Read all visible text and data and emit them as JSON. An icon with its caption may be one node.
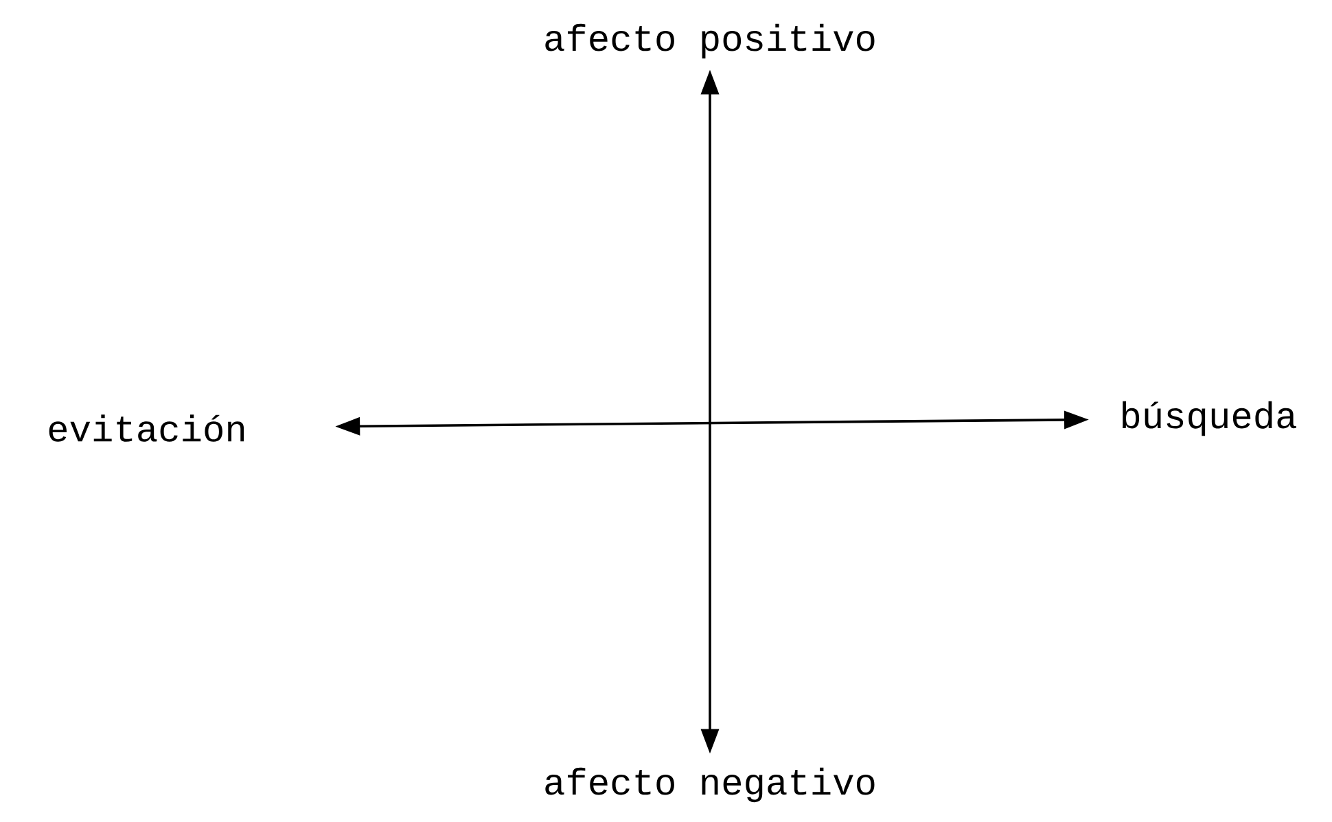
{
  "diagram": {
    "nodes": [
      {
        "text": [
          "afecto positivo"
        ]
      },
      {
        "text": [
          "evitación"
        ]
      },
      {
        "text": [
          "búsqueda"
        ]
      },
      {
        "text": [
          "afecto negativo"
        ]
      }
    ],
    "edges": [
      {
        "from": 0,
        "to": 3,
        "arrow": "both"
      },
      {
        "from": 1,
        "to": 2,
        "arrow": "both"
      }
    ]
  }
}
